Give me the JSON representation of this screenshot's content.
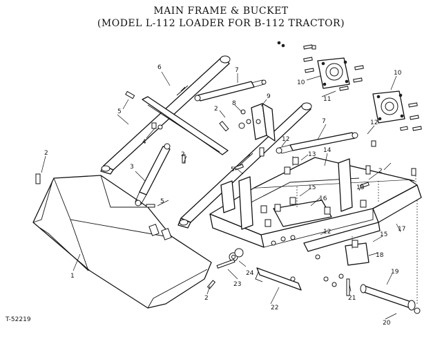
{
  "title": {
    "line1": "MAIN FRAME & BUCKET",
    "line2": "(MODEL L-112 LOADER FOR B-112 TRACTOR)"
  },
  "drawing_code": "T-52219",
  "callouts": {
    "c1": "1",
    "c2a": "2",
    "c2b": "2",
    "c2c": "2",
    "c2d": "2",
    "c2e": "2",
    "c3": "3",
    "c4": "4",
    "c5a": "5",
    "c5b": "5",
    "c5c": "5",
    "c6": "6",
    "c7a": "7",
    "c7b": "7",
    "c8": "8",
    "c9": "9",
    "c10a": "10",
    "c10b": "10",
    "c11": "11",
    "c12a": "12",
    "c12b": "12",
    "c12c": "12",
    "c13a": "13",
    "c13b": "13",
    "c14": "14",
    "c15a": "15",
    "c15b": "15",
    "c16": "16",
    "c17": "17",
    "c18": "18",
    "c19": "19",
    "c20": "20",
    "c21": "21",
    "c22": "22",
    "c23": "23",
    "c24": "24"
  }
}
